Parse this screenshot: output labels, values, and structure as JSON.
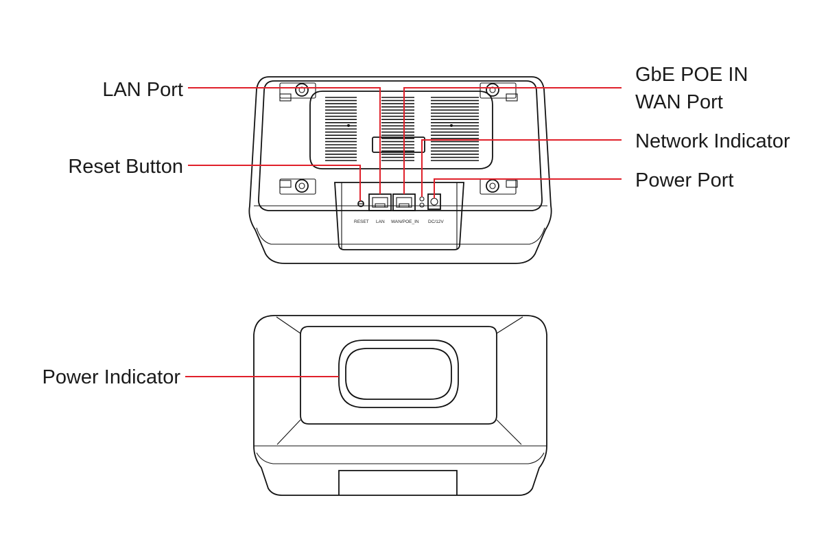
{
  "callouts": {
    "lan_port": "LAN Port",
    "reset_button": "Reset Button",
    "gbe_poe_in": "GbE POE IN",
    "wan_port": "WAN Port",
    "network_indicator": "Network Indicator",
    "power_port": "Power Port",
    "power_indicator": "Power Indicator"
  },
  "port_labels": {
    "reset": "RESET",
    "lan": "LAN",
    "wan": "WAN/POE_IN",
    "dc": "DC/12V"
  },
  "colors": {
    "leader_line": "#e0202a",
    "outline": "#111111",
    "text": "#1a1a1a"
  }
}
